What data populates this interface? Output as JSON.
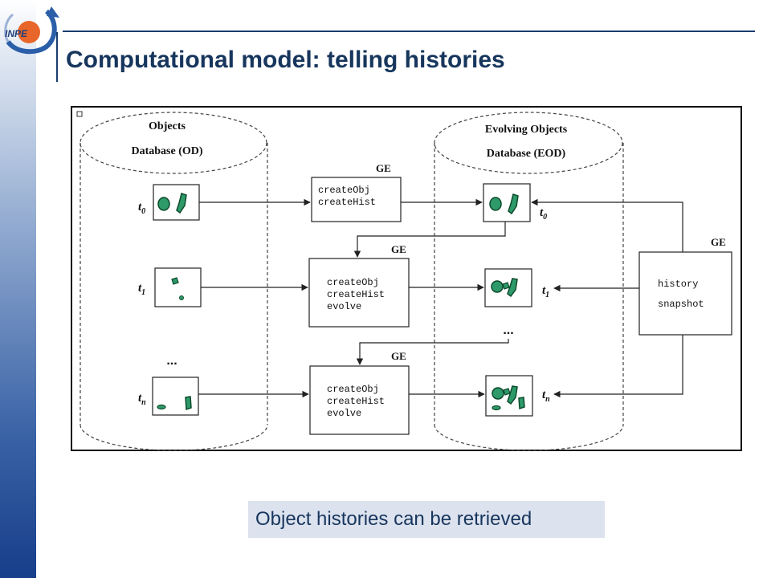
{
  "slide": {
    "title": "Computational model: telling histories",
    "caption": "Object histories can be retrieved",
    "logo_text": "INPE"
  },
  "diagram": {
    "od_title_line1": "Objects",
    "od_title_line2": "Database (OD)",
    "eod_title_line1": "Evolving Objects",
    "eod_title_line2": "Database (EOD)",
    "ge_label": "GE",
    "ellipsis": "...",
    "time_labels": [
      {
        "t": "t",
        "sub": "0"
      },
      {
        "t": "t",
        "sub": "1"
      },
      {
        "t": "t",
        "sub": "n"
      }
    ],
    "processor_boxes": [
      {
        "lines": [
          "createObj",
          "createHist"
        ]
      },
      {
        "lines": [
          "createObj",
          "createHist",
          "evolve"
        ]
      },
      {
        "lines": [
          "createObj",
          "createHist",
          "evolve"
        ]
      }
    ],
    "right_box": {
      "lines": [
        "history",
        "snapshot"
      ]
    },
    "colors": {
      "object_fill": "#2e9a6a",
      "object_stroke": "#0d4a2c",
      "title": "#17365d",
      "caption_bg": "#dce2ee"
    }
  }
}
